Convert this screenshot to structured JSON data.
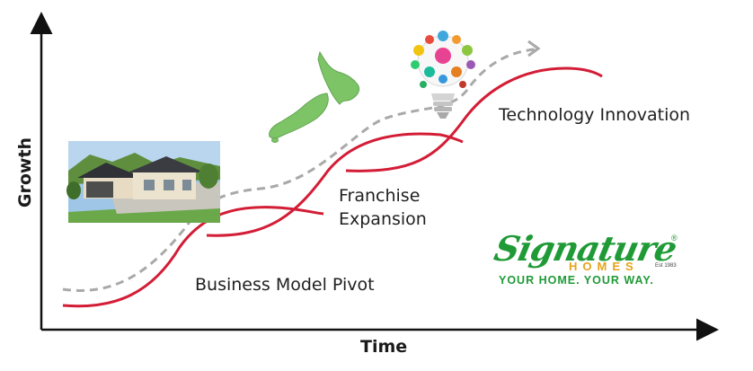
{
  "diagram": {
    "x_axis_label": "Time",
    "y_axis_label": "Growth",
    "stages": [
      {
        "label_lines": [
          "Business Model Pivot"
        ]
      },
      {
        "label_lines": [
          "Franchise",
          "Expansion"
        ]
      },
      {
        "label_lines": [
          "Technology Innovation"
        ]
      }
    ]
  },
  "logo": {
    "wordmark": "Signature",
    "registered": "®",
    "sub": "HOMES",
    "est": "Est 1983",
    "tagline": "YOUR HOME. YOUR WAY."
  },
  "colors": {
    "curve": "#d31d36",
    "trend": "#a9a9a9",
    "axis": "#111111",
    "map": "#7dc467",
    "brand_green": "#1f9a36",
    "brand_gold": "#e7a21b"
  },
  "icons": [
    "house-photo",
    "new-zealand-map-icon",
    "lightbulb-icon"
  ]
}
